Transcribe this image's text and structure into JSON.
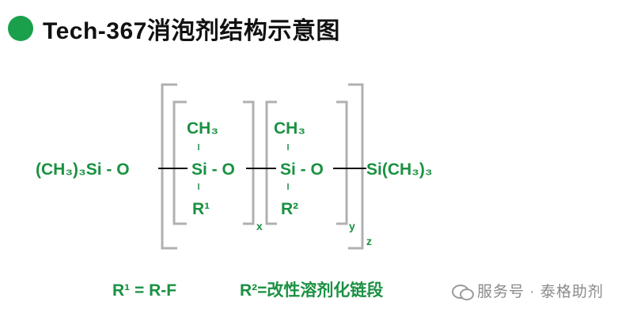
{
  "header": {
    "title": "Tech-367消泡剂结构示意图",
    "accent": "#1aa04a"
  },
  "formula": {
    "left_end": "(CH₃)₃Si  -  O",
    "right_end": "Si(CH₃)₃",
    "unit1": {
      "top": "CH₃",
      "center": "Si  - O",
      "bottom": "R¹",
      "subscript": "x"
    },
    "unit2": {
      "top": "CH₃",
      "center": "Si  - O",
      "bottom": "R²",
      "subscript": "y"
    },
    "outer_subscript": "z",
    "color": "#1a9142"
  },
  "legend": {
    "r1": "R¹ = R-F",
    "r2": "R²=改性溶剂化链段"
  },
  "watermark": {
    "text": "服务号 · 泰格助剂",
    "icon": "wechat-icon"
  }
}
